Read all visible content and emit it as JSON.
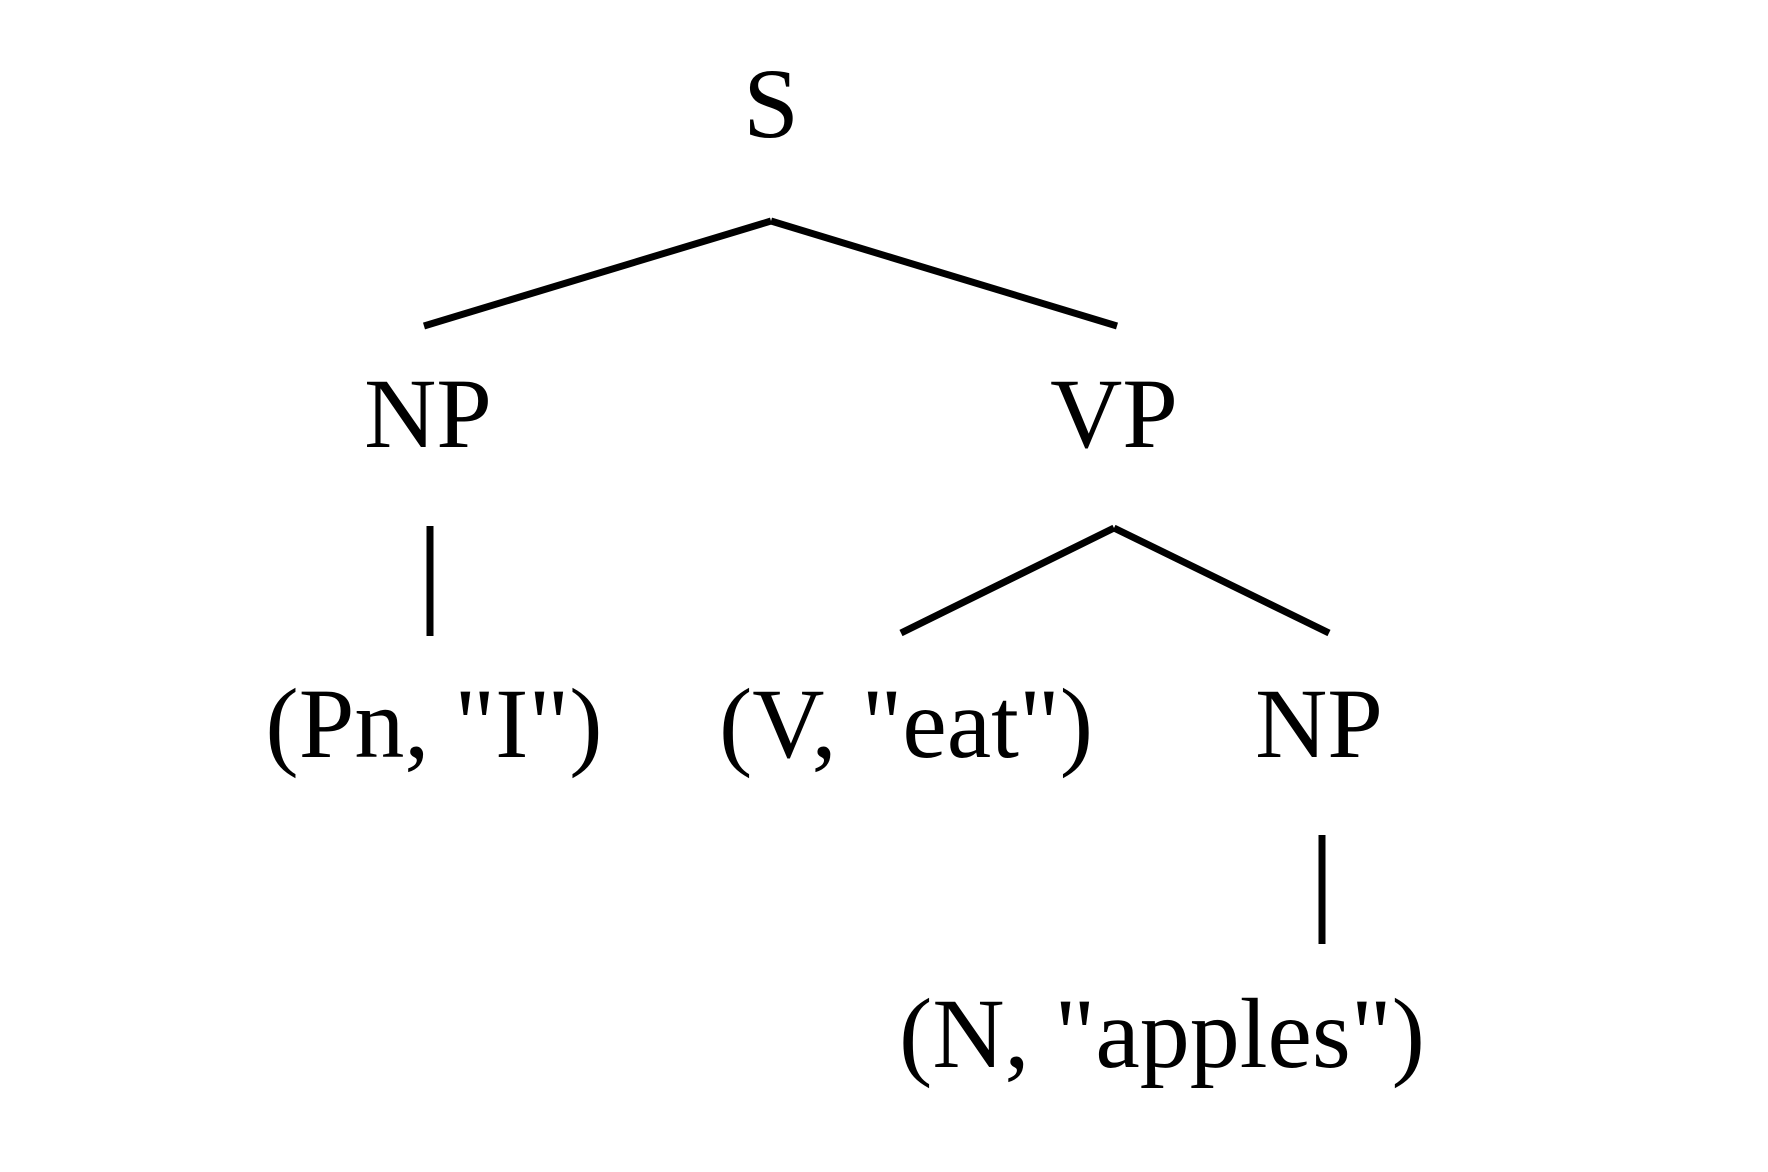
{
  "diagram": {
    "type": "parse-tree",
    "text_color": "#000000",
    "line_color": "#000000",
    "nodes": {
      "s": {
        "label": "S"
      },
      "np_subject": {
        "label": "NP"
      },
      "vp": {
        "label": "VP"
      },
      "leaf_pronoun": {
        "label": "(Pn, \"I\")"
      },
      "leaf_verb": {
        "label": "(V, \"eat\")"
      },
      "np_object": {
        "label": "NP"
      },
      "leaf_noun": {
        "label": "(N, \"apples\")"
      }
    },
    "edges": [
      {
        "from": "S",
        "to": "NP"
      },
      {
        "from": "S",
        "to": "VP"
      },
      {
        "from": "NP",
        "to": "(Pn, \"I\")"
      },
      {
        "from": "VP",
        "to": "(V, \"eat\")"
      },
      {
        "from": "VP",
        "to": "NP"
      },
      {
        "from": "NP",
        "to": "(N, \"apples\")"
      }
    ]
  }
}
